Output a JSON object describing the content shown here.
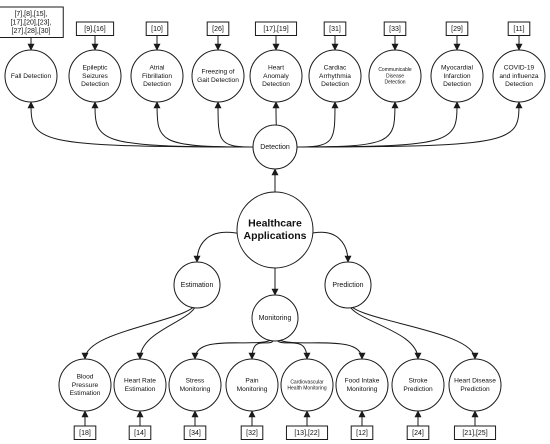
{
  "root": {
    "lines": [
      "Healthcare",
      "Applications"
    ]
  },
  "detection": {
    "label": "Detection",
    "children": [
      {
        "lines": [
          "Fall Detection"
        ],
        "ref": [
          "[7],[8],[15],",
          "[17],[20],[23],",
          "[27],[28],[30]"
        ]
      },
      {
        "lines": [
          "Epileptic",
          "Seizures",
          "Detection"
        ],
        "ref": [
          "[9],[16]"
        ]
      },
      {
        "lines": [
          "Atrial",
          "Fibrillation",
          "Detection"
        ],
        "ref": [
          "[10]"
        ]
      },
      {
        "lines": [
          "Freezing of",
          "Gait Detection"
        ],
        "ref": [
          "[26]"
        ]
      },
      {
        "lines": [
          "Heart",
          "Anomaly",
          "Detection"
        ],
        "ref": [
          "[17],[19]"
        ]
      },
      {
        "lines": [
          "Cardiac",
          "Arrhythmia",
          "Detection"
        ],
        "ref": [
          "[31]"
        ]
      },
      {
        "lines": [
          "Communicable",
          "Disease",
          "Detection"
        ],
        "ref": [
          "[33]"
        ]
      },
      {
        "lines": [
          "Myocardial",
          "Infarction",
          "Detection"
        ],
        "ref": [
          "[29]"
        ]
      },
      {
        "lines": [
          "COVID-19",
          "and influenza",
          "Detection"
        ],
        "ref": [
          "[11]"
        ]
      }
    ]
  },
  "estimation": {
    "label": "Estimation",
    "children": [
      {
        "lines": [
          "Blood",
          "Pressure",
          "Estimation"
        ],
        "ref": [
          "[18]"
        ]
      },
      {
        "lines": [
          "Heart Rate",
          "Estimation"
        ],
        "ref": [
          "[14]"
        ]
      }
    ]
  },
  "monitoring": {
    "label": "Monitoring",
    "children": [
      {
        "lines": [
          "Stress",
          "Monitoring"
        ],
        "ref": [
          "[34]"
        ]
      },
      {
        "lines": [
          "Pain",
          "Monitoring"
        ],
        "ref": [
          "[32]"
        ]
      },
      {
        "lines": [
          "Cardiovascular",
          "Health Monitoring"
        ],
        "ref": [
          "[13],[22]"
        ]
      },
      {
        "lines": [
          "Food Intake",
          "Monitoring"
        ],
        "ref": [
          "[12]"
        ]
      }
    ]
  },
  "prediction": {
    "label": "Prediction",
    "children": [
      {
        "lines": [
          "Stroke",
          "Prediction"
        ],
        "ref": [
          "[24]"
        ]
      },
      {
        "lines": [
          "Heart Disease",
          "Prediction"
        ],
        "ref": [
          "[21],[25]"
        ]
      }
    ]
  }
}
